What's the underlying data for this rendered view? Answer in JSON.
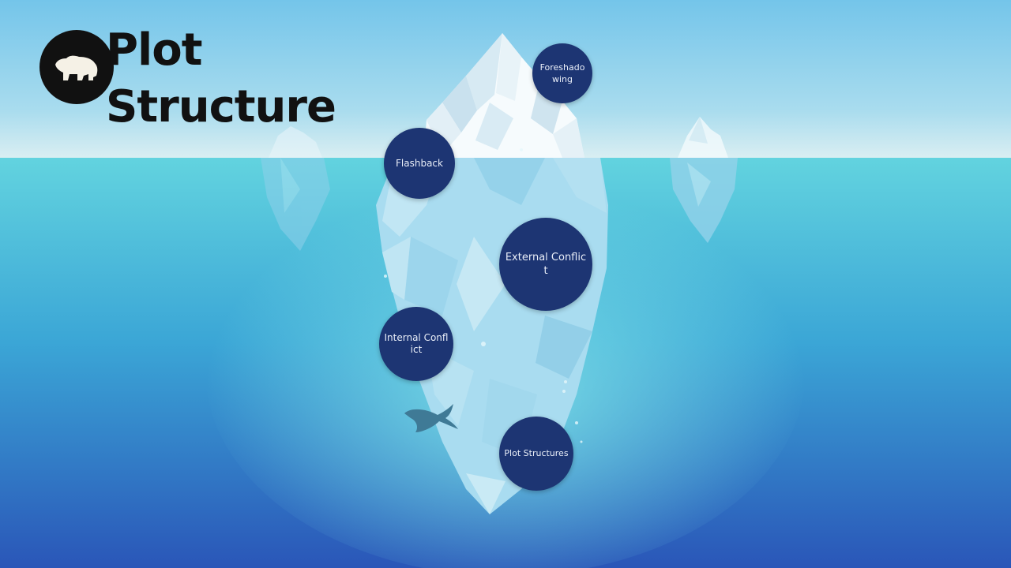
{
  "title": {
    "line1": "Plot",
    "line2": "Structure"
  },
  "logo": {
    "icon": "polar-bear-icon"
  },
  "topics": [
    {
      "label": "Foreshado wing"
    },
    {
      "label": "Flashback"
    },
    {
      "label": "External Conflict"
    },
    {
      "label": "Internal Conflict"
    },
    {
      "label": "Plot Structures"
    }
  ],
  "colors": {
    "sky": "#75c6e8",
    "water_top": "#63d2df",
    "water_bottom": "#2b5fbd",
    "bubble": "#1d3573",
    "title_text": "#111111"
  }
}
